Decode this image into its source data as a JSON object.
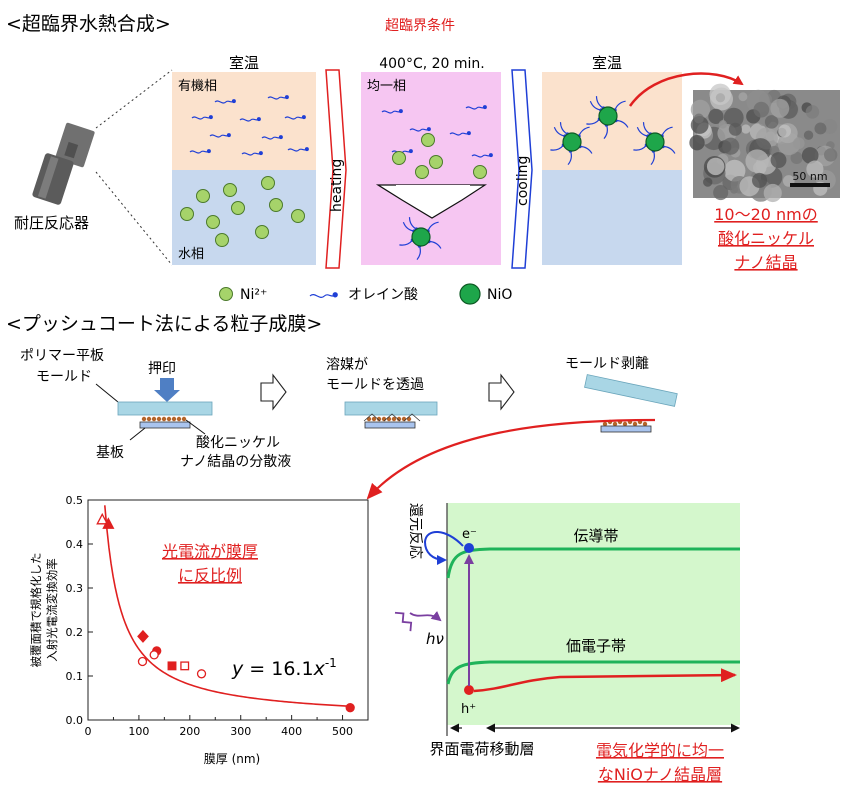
{
  "section1": {
    "title": "<超臨界水熱合成>",
    "reactor_label": "耐圧反応器",
    "condition_title": "超臨界条件",
    "panel1": {
      "top": "室温",
      "upper_phase": "有機相",
      "lower_phase": "水相"
    },
    "arrow_heating": "heating",
    "panel2": {
      "top": "400°C, 20 min.",
      "phase": "均一相"
    },
    "arrow_cooling": "cooling",
    "panel3": {
      "top": "室温"
    },
    "tem_scale": "50 nm",
    "result_lines": [
      "10〜20 nmの",
      "酸化ニッケル",
      "ナノ結晶"
    ],
    "legend": {
      "ni": "Ni²⁺",
      "oleic": "オレイン酸",
      "nio": "NiO"
    }
  },
  "section2": {
    "title": "<プッシュコート法による粒子成膜>",
    "mold_label_lines": [
      "ポリマー平板",
      "モールド"
    ],
    "press_label": "押印",
    "substrate_label": "基板",
    "dispersion_lines": [
      "酸化ニッケル",
      "ナノ結晶の分散液"
    ],
    "step2_lines": [
      "溶媒が",
      "モールドを透過"
    ],
    "step3_label": "モールド剥離"
  },
  "chart_data": {
    "type": "scatter",
    "xlabel": "膜厚 (nm)",
    "ylabel_lines": [
      "被覆面積で規格化した",
      "入射光電流変換効率"
    ],
    "xlim": [
      0,
      550
    ],
    "ylim": [
      0,
      0.5
    ],
    "xticks": [
      "0",
      "100",
      "200",
      "300",
      "400",
      "500"
    ],
    "yticks": [
      "0.0",
      "0.1",
      "0.2",
      "0.3",
      "0.4",
      "0.5"
    ],
    "annotation_lines": [
      "光電流が膜厚",
      "に反比例"
    ],
    "equation": {
      "prefix": "y",
      "mid": " = 16.1",
      "var": "x",
      "exp": "-1"
    },
    "fit": {
      "a": 16.1,
      "power": -1,
      "x_start": 33,
      "x_end": 520
    },
    "points": [
      {
        "x": 28,
        "y": 0.455,
        "marker": "triangle-open"
      },
      {
        "x": 40,
        "y": 0.445,
        "marker": "triangle"
      },
      {
        "x": 108,
        "y": 0.19,
        "marker": "diamond"
      },
      {
        "x": 135,
        "y": 0.157,
        "marker": "circle"
      },
      {
        "x": 130,
        "y": 0.148,
        "marker": "circle-open"
      },
      {
        "x": 107,
        "y": 0.133,
        "marker": "circle-open"
      },
      {
        "x": 165,
        "y": 0.123,
        "marker": "square"
      },
      {
        "x": 190,
        "y": 0.123,
        "marker": "square-open"
      },
      {
        "x": 223,
        "y": 0.105,
        "marker": "circle-open"
      },
      {
        "x": 515,
        "y": 0.028,
        "marker": "circle"
      }
    ],
    "color": "#e02020"
  },
  "band": {
    "reduction_label": "還元反応",
    "electron": "e⁻",
    "hole": "h⁺",
    "photon": "hν",
    "conduction_band": "伝導帯",
    "valence_band": "価電子帯",
    "interface_label": "界面電荷移動層",
    "uniform_lines": [
      "電気化学的に均一",
      "なNiOナノ結晶層"
    ]
  },
  "colors": {
    "accent_red": "#e02020",
    "organic_phase": "#fbe2cd",
    "water_phase": "#c7d8ee",
    "homogeneous_phase": "#f6c6f2",
    "band_bg": "#d4f7cc",
    "band_green": "#1fb35a",
    "mold_blue": "#a9d6e5",
    "nio_green": "#1ea64a",
    "ni_green": "#a6d36a"
  }
}
